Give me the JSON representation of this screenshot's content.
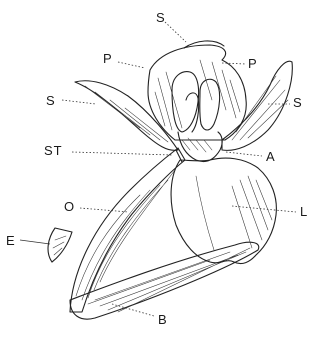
{
  "labels": {
    "dorsal_sepal": "S",
    "petal_left": "P",
    "petal_right": "P",
    "lateral_sepal_left": "S",
    "lateral_sepal_right": "S",
    "stamen": "ST",
    "anther": "A",
    "ovary": "O",
    "lip": "L",
    "e": "E",
    "bract": "B"
  }
}
